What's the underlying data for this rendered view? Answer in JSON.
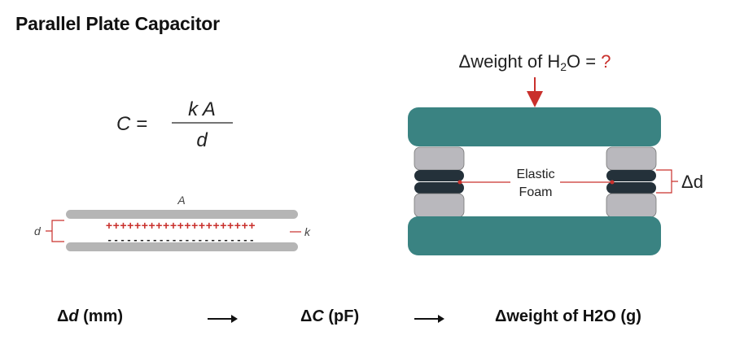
{
  "title": "Parallel Plate Capacitor",
  "formula": {
    "lhs": "C =",
    "numerator": "k A",
    "denominator": "d"
  },
  "small_capacitor": {
    "area_label": "A",
    "distance_label": "d",
    "dielectric_label": "k",
    "positive_charges": "+++++++++++++++++++++",
    "negative_charges": "- - - - - - - - - - - - - - - - - - - - - - -"
  },
  "device": {
    "question_prefix": "Δweight of H",
    "question_sub": "2",
    "question_suffix": "O = ",
    "question_mark": "?",
    "foam_label_line1": "Elastic",
    "foam_label_line2": "Foam",
    "delta_d_label": "Δd"
  },
  "flow": {
    "step1_delta": "Δ",
    "step1_var": "d",
    "step1_unit": " (mm)",
    "step2_delta": "Δ",
    "step2_var": "C",
    "step2_unit": " (pF)",
    "step3": "Δweight of H2O (g)"
  },
  "colors": {
    "accent_red": "#c9302c",
    "plate_teal": "#3a8382",
    "foam_gray": "#b9b8bd",
    "foam_dark": "#24313a",
    "small_plate_gray": "#b5b5b5"
  }
}
